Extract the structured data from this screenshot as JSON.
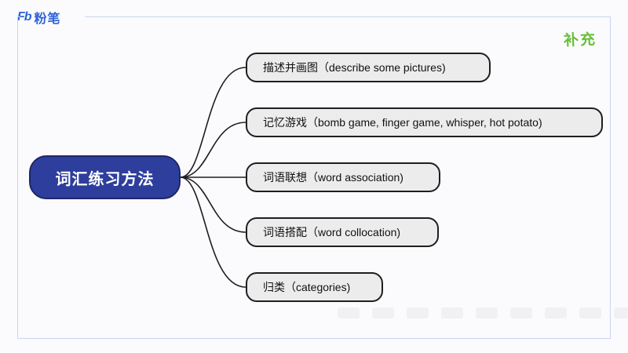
{
  "logo": {
    "mark": "Fb",
    "text": "粉笔"
  },
  "supplement_label": "补充",
  "center_node": {
    "label": "词汇练习方法"
  },
  "branches": [
    {
      "label": "描述并画图（describe some pictures)"
    },
    {
      "label": "记忆游戏（bomb game, finger game, whisper, hot potato)"
    },
    {
      "label": "词语联想（word association)"
    },
    {
      "label": "词语搭配（word collocation)"
    },
    {
      "label": "归类（categories)"
    }
  ],
  "colors": {
    "center_fill": "#2e3e9c",
    "branch_fill": "#ececec",
    "brand_blue": "#2f63d8",
    "supplement_green": "#6abf3a",
    "frame": "#c9d5ee"
  }
}
